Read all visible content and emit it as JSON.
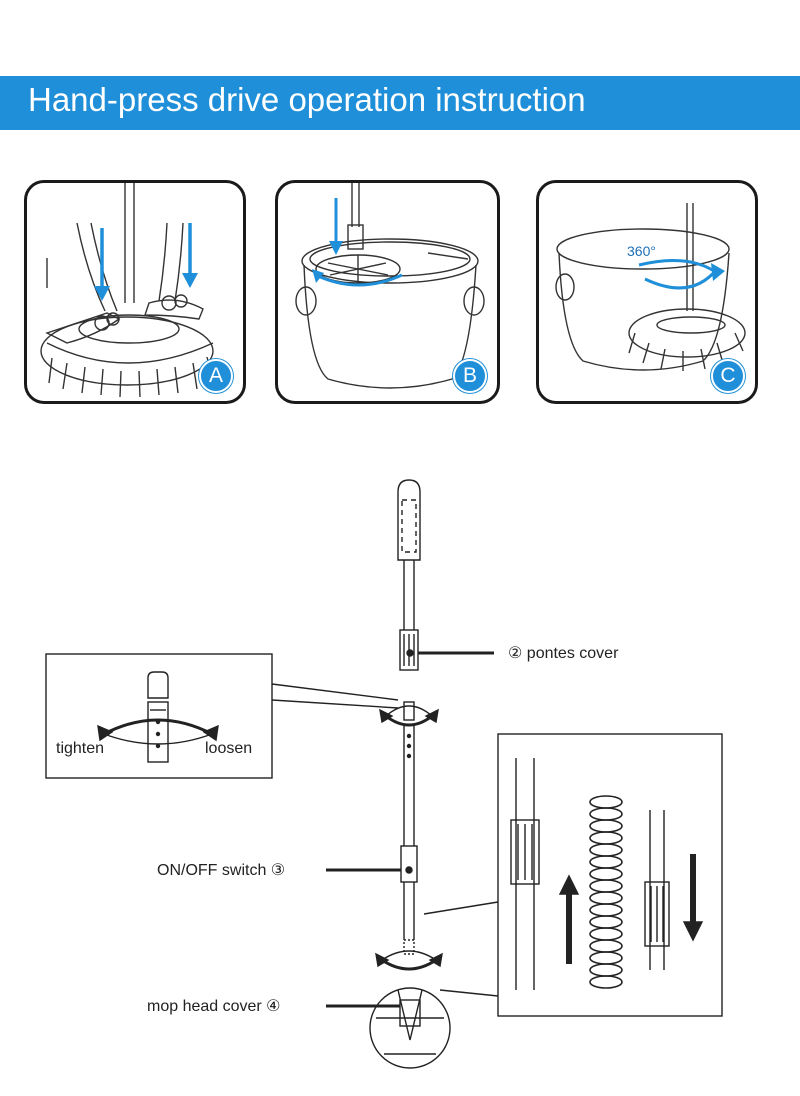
{
  "header": {
    "title": "Hand-press drive operation instruction"
  },
  "steps": [
    {
      "badge": "A"
    },
    {
      "badge": "B",
      "note": ""
    },
    {
      "badge": "C",
      "rotation_label": "360°"
    }
  ],
  "detail": {
    "tighten": "tighten",
    "loosen": "loosen"
  },
  "parts": {
    "pontes_cover": "② pontes cover",
    "on_off_switch": "ON/OFF switch ③",
    "mop_head_cover": "mop head cover ④"
  },
  "colors": {
    "accent": "#1e8fd8",
    "line": "#222222"
  }
}
